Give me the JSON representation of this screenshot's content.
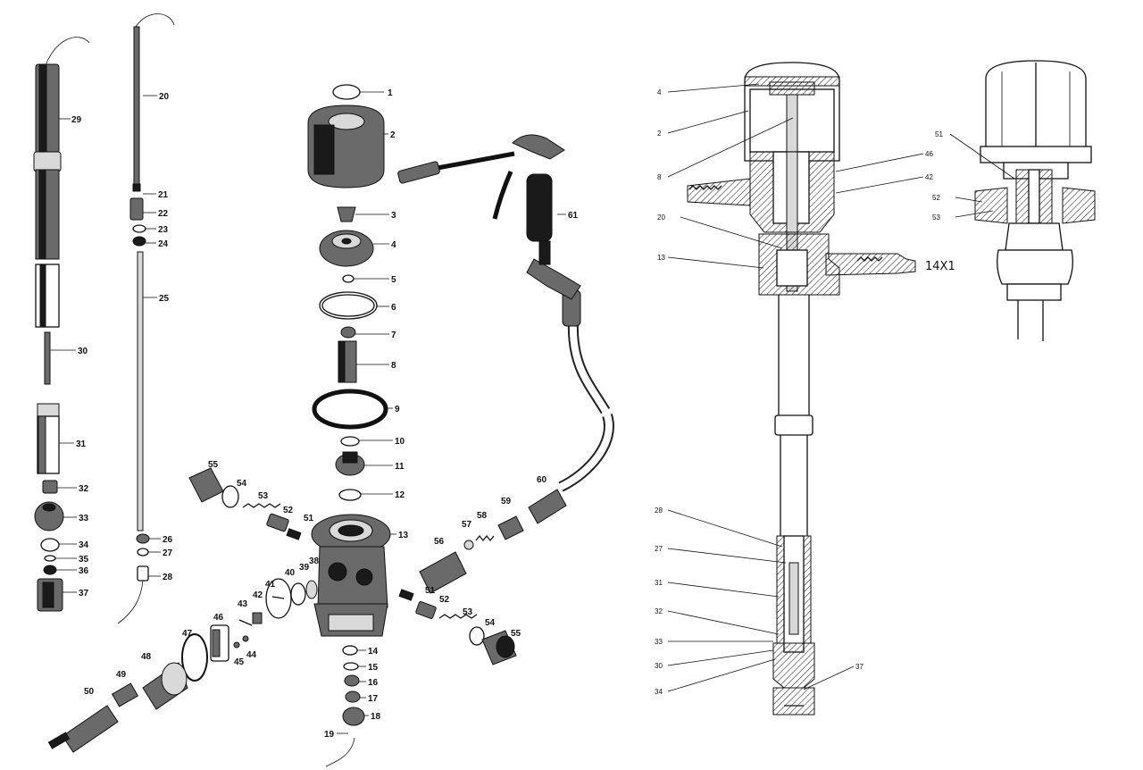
{
  "exploded_left": {
    "labels": [
      "29",
      "20",
      "21",
      "22",
      "23",
      "24",
      "25",
      "30",
      "31",
      "32",
      "33",
      "34",
      "35",
      "36",
      "37",
      "26",
      "27",
      "28"
    ]
  },
  "exploded_center": {
    "labels": [
      "1",
      "2",
      "3",
      "4",
      "5",
      "6",
      "7",
      "8",
      "9",
      "10",
      "11",
      "12",
      "13",
      "14",
      "15",
      "16",
      "17",
      "18",
      "19",
      "38",
      "39",
      "40",
      "41",
      "42",
      "43",
      "44",
      "45",
      "46",
      "47",
      "48",
      "49",
      "50",
      "51",
      "52",
      "53",
      "54",
      "55",
      "51",
      "52",
      "53",
      "54",
      "55",
      "56",
      "57",
      "58",
      "59",
      "60",
      "61"
    ]
  },
  "section_main": {
    "labels": [
      "4",
      "2",
      "8",
      "20",
      "13",
      "46",
      "42",
      "28",
      "27",
      "31",
      "32",
      "33",
      "30",
      "34",
      "37"
    ],
    "thread_note": "14X1"
  },
  "section_detail": {
    "labels": [
      "51",
      "52",
      "53"
    ]
  }
}
